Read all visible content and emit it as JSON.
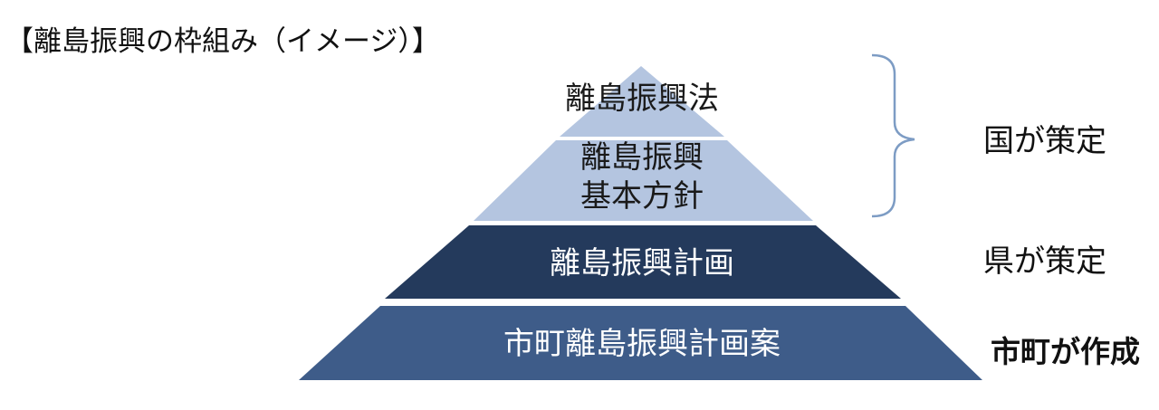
{
  "title": "【離島振興の枠組み（イメージ）】",
  "tiers": [
    {
      "label_lines": [
        "離島振興法"
      ]
    },
    {
      "label_lines": [
        "離島振興",
        "基本方針"
      ]
    },
    {
      "label_lines": [
        "離島振興計画"
      ]
    },
    {
      "label_lines": [
        "市町離島振興計画案"
      ]
    }
  ],
  "side_labels": {
    "national": "国が策定",
    "prefecture": "県が策定",
    "municipal": "市町が作成"
  },
  "colors": {
    "tier_light": "#b4c5e0",
    "tier_dark": "#243a5c",
    "tier_mid": "#3e5c89",
    "bracket": "#7d9cc4",
    "text_dark": "#1a1a1a",
    "text_light": "#ffffff"
  }
}
